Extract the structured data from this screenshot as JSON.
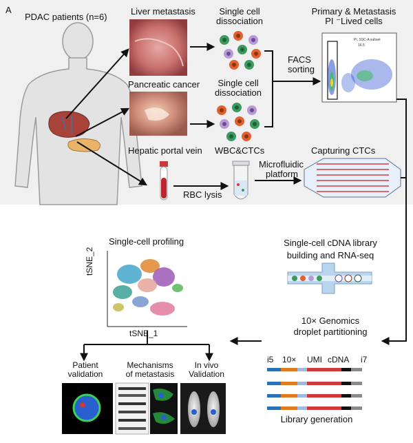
{
  "panel_letter": "A",
  "patients_label": "PDAC patients (n=6)",
  "liver_met_label": "Liver metastasis",
  "pancreatic_label": "Pancreatic cancer",
  "portal_vein_label": "Hepatic portal vein",
  "dissociation_1": [
    "Single cell",
    "dissociation"
  ],
  "dissociation_2": [
    "Single cell",
    "dissociation"
  ],
  "wbc_ctc_label": "WBC&CTCs",
  "facs_label": [
    "FACS",
    "sorting"
  ],
  "primary_met_label": [
    "Primary & Metastasis",
    "PI ⁻Lived cells"
  ],
  "facs_plot_text": [
    "PI, SSC-A subset",
    "16.5"
  ],
  "capturing_label": "Capturing CTCs",
  "rbc_lysis_label": "RBC lysis",
  "microfluidic_label": [
    "Microfluidic",
    "platform"
  ],
  "library_title": [
    "Single-cell cDNA library",
    "building and RNA-seq"
  ],
  "partition_label": [
    "10× Genomics",
    "droplet partitioning"
  ],
  "profiling_label": "Single-cell profiling",
  "tsne_x": "tSNE_1",
  "tsne_y": "tSNE_2",
  "validation_labels": {
    "patient": [
      "Patient",
      "validation"
    ],
    "mechanisms": [
      "Mechanisms",
      "of metastasis"
    ],
    "invivo": [
      "In vivo",
      "Validation"
    ]
  },
  "library_segments": [
    "i5",
    "10×",
    "UMI",
    "cDNA",
    "i7"
  ],
  "library_generation_label": "Library generation",
  "colors": {
    "arrow": "#111111",
    "i5": "#2f6fb6",
    "barcode": "#e07b1e",
    "umi": "#9fb9e0",
    "cdna": "#d23a3a",
    "i7": "#8a8a8a",
    "chip": "#b9d5ee"
  }
}
